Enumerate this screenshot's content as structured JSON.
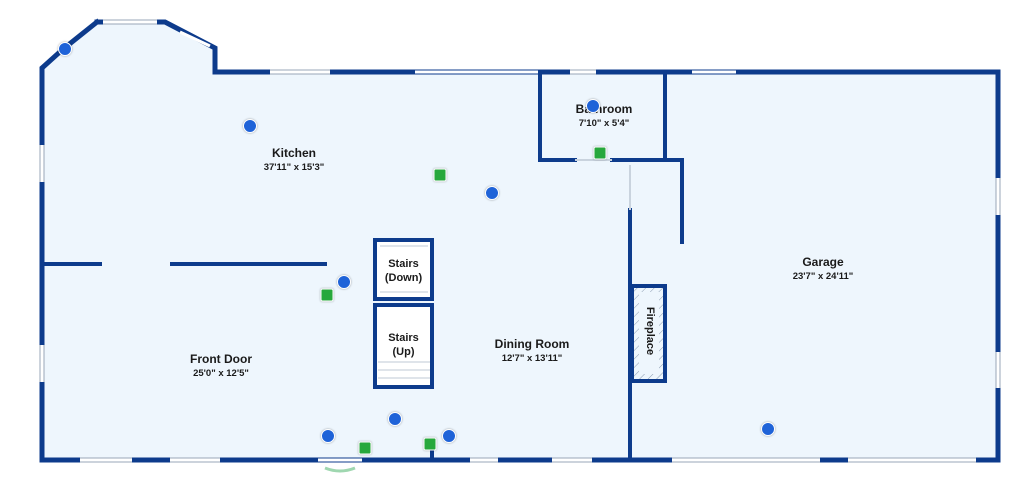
{
  "rooms": {
    "kitchen": {
      "name": "Kitchen",
      "dims": "37'11\" x 15'3\""
    },
    "bathroom": {
      "name": "Bathroom",
      "dims": "7'10\" x 5'4\""
    },
    "garage": {
      "name": "Garage",
      "dims": "23'7\" x 24'11\""
    },
    "front_door": {
      "name": "Front Door",
      "dims": "25'0\" x 12'5\""
    },
    "dining_room": {
      "name": "Dining Room",
      "dims": "12'7\" x 13'11\""
    }
  },
  "stairs_down": {
    "line1": "Stairs",
    "line2": "(Down)"
  },
  "stairs_up": {
    "line1": "Stairs",
    "line2": "(Up)"
  },
  "fireplace": "Fireplace",
  "colors": {
    "wall": "#0d3b8c",
    "floor": "#eef6fd",
    "photo_marker": "#1f63d8",
    "video_marker": "#27a83c"
  },
  "marker_icons": {
    "photo": "blue-circle-marker",
    "panorama": "green-square-marker"
  }
}
